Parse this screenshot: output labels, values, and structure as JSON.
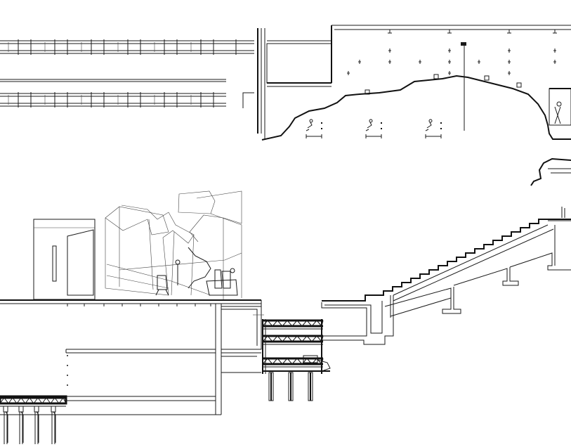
{
  "drawing": {
    "kind": "architectural section drawing",
    "line_color": "#1a1a1a",
    "background": "#ffffff",
    "labels": []
  },
  "regions": [
    {
      "id": "top-left-beams",
      "name": "elevation-beams"
    },
    {
      "id": "top-right-hall",
      "name": "auditorium-section"
    },
    {
      "id": "middle-left-pavilion",
      "name": "pavilion-sculpture"
    },
    {
      "id": "bottom-center-truss-stack",
      "name": "truss-stack"
    },
    {
      "id": "right-stair-section",
      "name": "stepped-seating-section"
    },
    {
      "id": "bottom-left-foundation",
      "name": "foundation-piles"
    }
  ]
}
